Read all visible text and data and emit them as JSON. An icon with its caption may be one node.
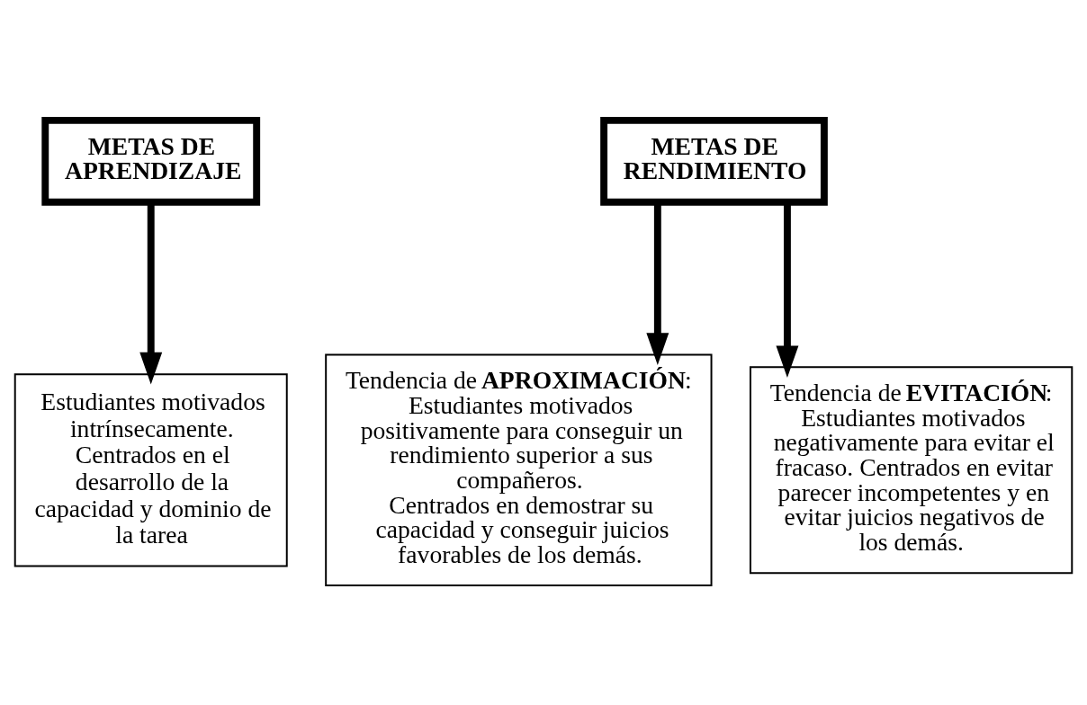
{
  "diagram": {
    "nodes": [
      {
        "text": [
          "METAS DE APRENDIZAJE"
        ]
      },
      {
        "text": [
          "METAS DE RENDIMIENTO"
        ]
      },
      {
        "text": [
          "Estudiantes motivados intrínsecamente. Centrados en el desarrollo de la capacidad y dominio de la tarea"
        ]
      },
      {
        "text": [
          "Tendencia de **APROXIMACIÓN**:",
          "Estudiantes motivados positivamente para conseguir un rendimiento superior a sus compañeros.",
          "Centrados en demostrar su capacidad y conseguir juicios favorables de los demás."
        ]
      },
      {
        "text": [
          "Tendencia de **EVITACIÓN**:",
          "Estudiantes motivados negativamente para evitar el fracaso. Centrados en evitar parecer incompetentes y en evitar juicios negativos de los demás."
        ]
      }
    ],
    "edges": [
      {
        "from": 0,
        "to": 2,
        "arrow": "to"
      },
      {
        "from": 1,
        "to": 3,
        "arrow": "to"
      },
      {
        "from": 1,
        "to": 4,
        "arrow": "to"
      }
    ]
  }
}
